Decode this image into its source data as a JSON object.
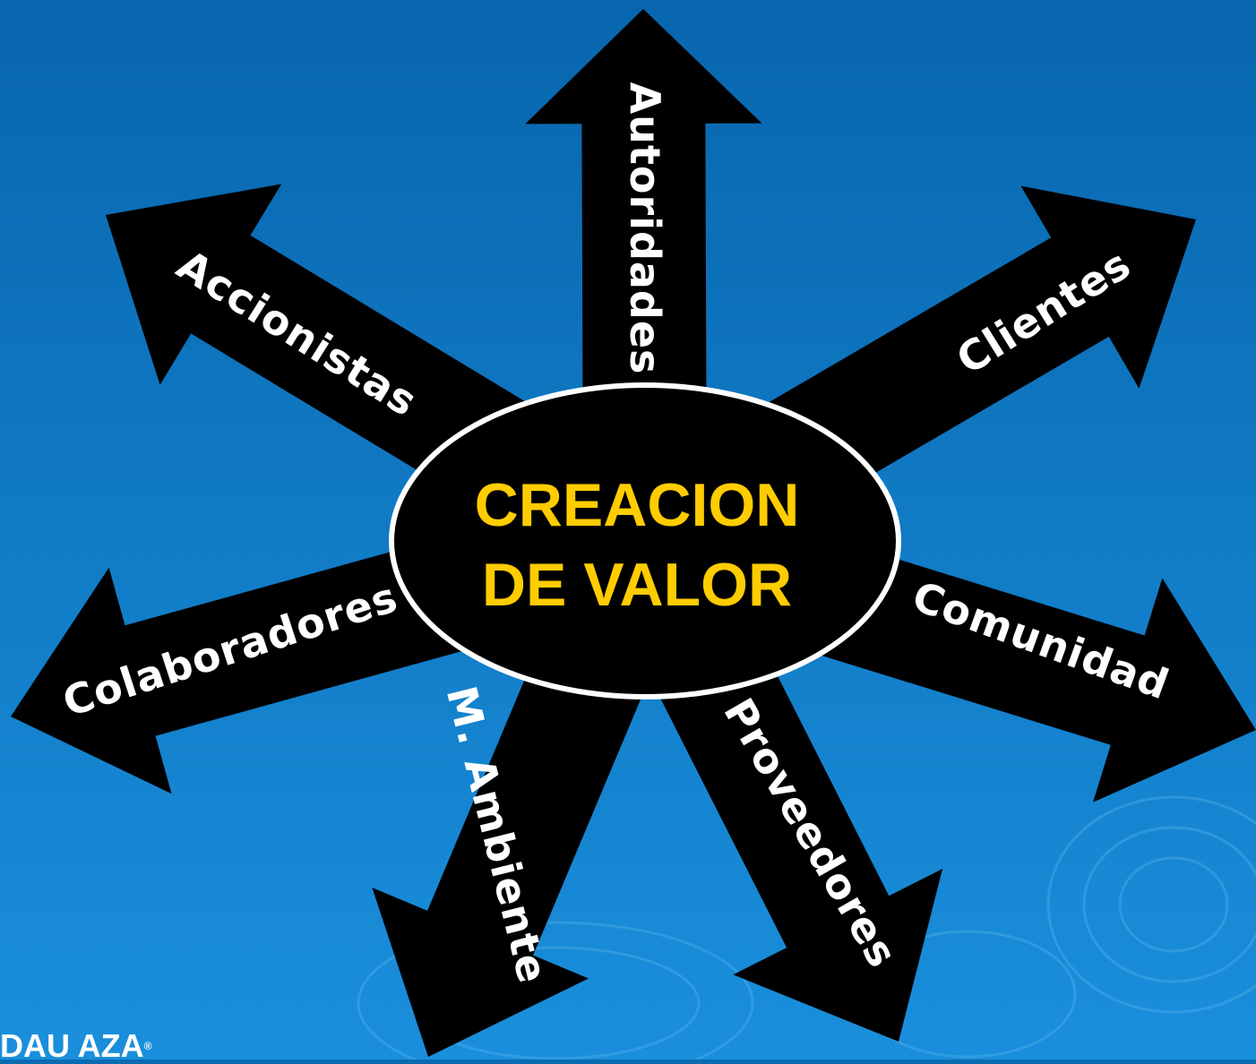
{
  "center": {
    "line1": "CREACION",
    "line2": "DE VALOR"
  },
  "arrows": [
    {
      "id": "autoridades",
      "label": "Autoridades"
    },
    {
      "id": "accionistas",
      "label": "Accionistas"
    },
    {
      "id": "clientes",
      "label": "Clientes"
    },
    {
      "id": "colaboradores",
      "label": "Colaboradores"
    },
    {
      "id": "comunidad",
      "label": "Comunidad"
    },
    {
      "id": "m-ambiente",
      "label": "M. Ambiente"
    },
    {
      "id": "proveedores",
      "label": "Proveedores"
    }
  ],
  "logo": {
    "text": "DAU AZA",
    "mark": "®"
  },
  "colors": {
    "background_top": "#0866ae",
    "background_bottom": "#1a90dd",
    "arrow": "#000000",
    "label": "#ffffff",
    "center_text": "#ffcc00",
    "ellipse_border": "#ffffff"
  }
}
